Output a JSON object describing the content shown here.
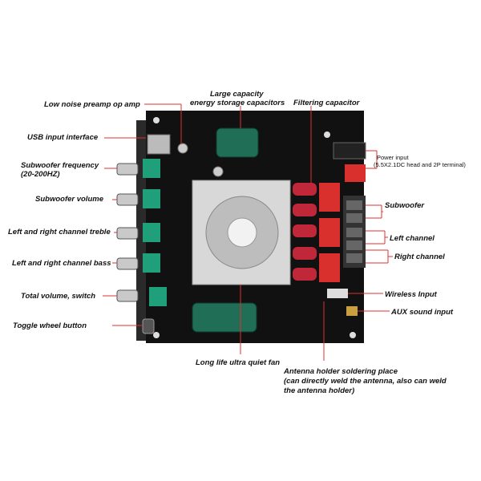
{
  "labels": {
    "preamp": "Low noise preamp op amp",
    "capacitors_line1": "Large capacity",
    "capacitors_line2": "energy storage capacitors",
    "filtering": "Filtering capacitor",
    "usb": "USB input interface",
    "sub_freq_line1": "Subwoofer frequency",
    "sub_freq_line2": "(20-200HZ)",
    "power_line1": "Power input",
    "power_line2": "(5.5X2.1DC head and 2P terminal)",
    "sub_volume": "Subwoofer volume",
    "subwoofer": "Subwoofer",
    "treble": "Left and right channel treble",
    "left_channel": "Left channel",
    "bass": "Left and right channel bass",
    "right_channel": "Right channel",
    "total_volume": "Total volume, switch",
    "wireless": "Wireless Input",
    "aux": "AUX sound input",
    "toggle": "Toggle wheel button",
    "fan": "Long life ultra quiet fan",
    "antenna_line1": "Antenna holder soldering place",
    "antenna_line2": "(can directly weld the antenna, also can weld",
    "antenna_line3": "the antenna holder)"
  },
  "colors": {
    "board": "#111111",
    "accent": "#e03030",
    "capacitor_green": "#1f6e55",
    "connector_green": "#1fa07a",
    "inductor_red": "#c0283a",
    "terminal_red": "#d9302e",
    "heatsink": "#d8d8d8"
  }
}
